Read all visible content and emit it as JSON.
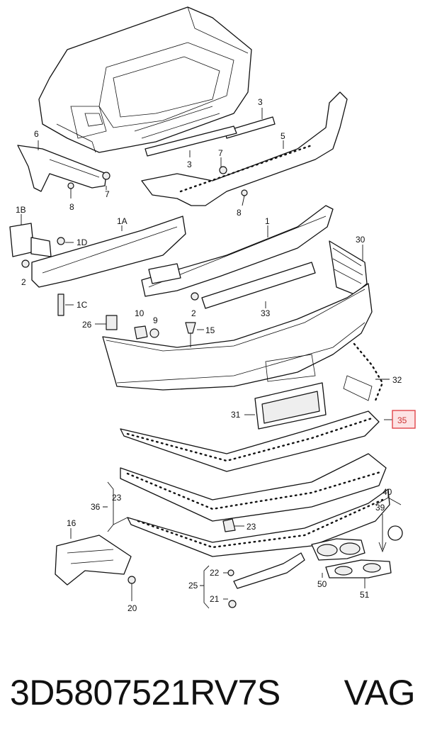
{
  "callouts": {
    "c6": "6",
    "c3a": "3",
    "c3b": "3",
    "c5": "5",
    "c7a": "7",
    "c7b": "7",
    "c8a": "8",
    "c8b": "8",
    "c1B": "1B",
    "c1A": "1A",
    "c1D": "1D",
    "c1": "1",
    "c30": "30",
    "c2a": "2",
    "c2b": "2",
    "c1C": "1C",
    "c33": "33",
    "c10": "10",
    "c9": "9",
    "c15": "15",
    "c26": "26",
    "c32": "32",
    "c35": "35",
    "c31": "31",
    "c36": "36",
    "c23a": "23",
    "c23b": "23",
    "c40": "40",
    "c39": "39",
    "c16": "16",
    "c22": "22",
    "c25": "25",
    "c21": "21",
    "c20": "20",
    "c50": "50",
    "c51": "51"
  },
  "highlight_color": "#e0454a",
  "caption": {
    "part_number": "3D5807521RV7S",
    "brand": "VAG"
  }
}
